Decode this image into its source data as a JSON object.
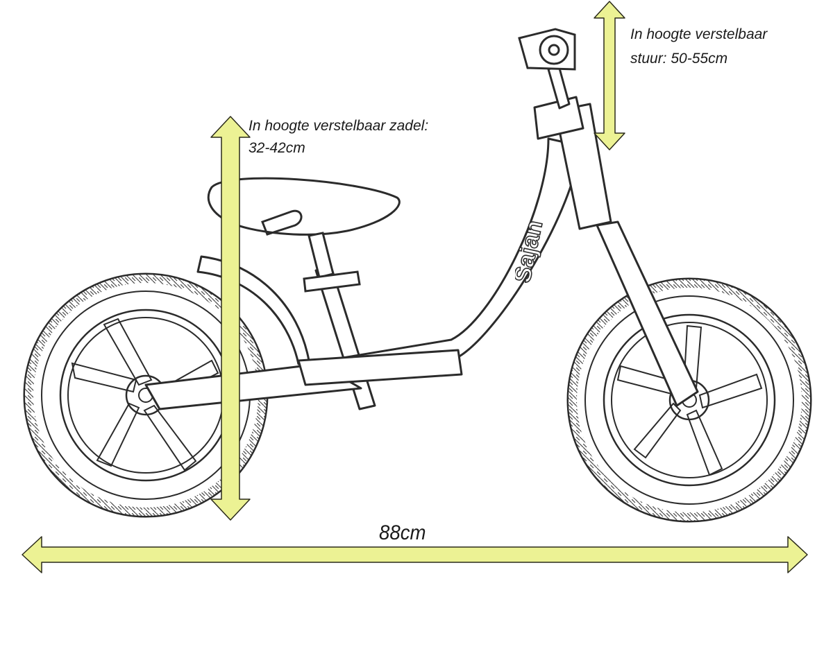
{
  "colors": {
    "arrow": "#ecf294",
    "arrow_stroke": "#2a2a1a",
    "line_art": "#2b2b2b",
    "background": "#ffffff"
  },
  "labels": {
    "saddle_line1": "In hoogte verstelbaar zadel:",
    "saddle_line2": "32-42cm",
    "handlebar_line1": "In hoogte verstelbaar",
    "handlebar_line2": "stuur: 50-55cm",
    "length": "88cm"
  },
  "brand_text": "Sajan"
}
